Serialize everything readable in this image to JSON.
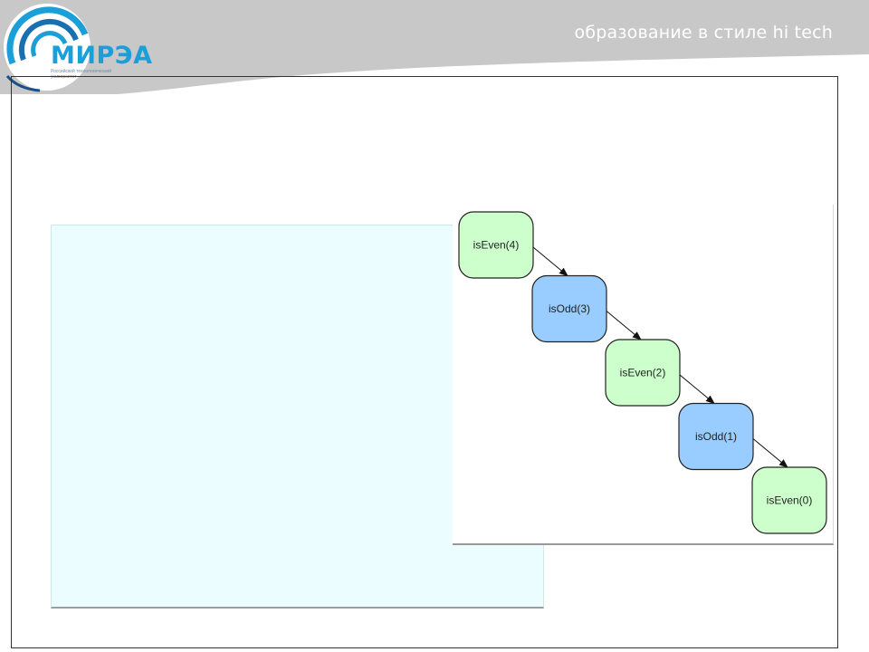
{
  "header": {
    "tagline": "образование в стиле hi tech",
    "brand_name": "МИРЭА",
    "brand_subtitle": "Российский технологический университет"
  },
  "colors": {
    "header_gray": "#c8c8c8",
    "brand_blue": "#1a9fd8",
    "even_node_fill": "#ccffcc",
    "odd_node_fill": "#99ccff",
    "panel_cyan": "#ebfdfe"
  },
  "diagram": {
    "nodes": [
      {
        "id": "n0",
        "label": "isEven(4)",
        "kind": "even"
      },
      {
        "id": "n1",
        "label": "isOdd(3)",
        "kind": "odd"
      },
      {
        "id": "n2",
        "label": "isEven(2)",
        "kind": "even"
      },
      {
        "id": "n3",
        "label": "isOdd(1)",
        "kind": "odd"
      },
      {
        "id": "n4",
        "label": "isEven(0)",
        "kind": "even"
      }
    ],
    "edges": [
      {
        "from": "n0",
        "to": "n1"
      },
      {
        "from": "n1",
        "to": "n2"
      },
      {
        "from": "n2",
        "to": "n3"
      },
      {
        "from": "n3",
        "to": "n4"
      }
    ]
  }
}
